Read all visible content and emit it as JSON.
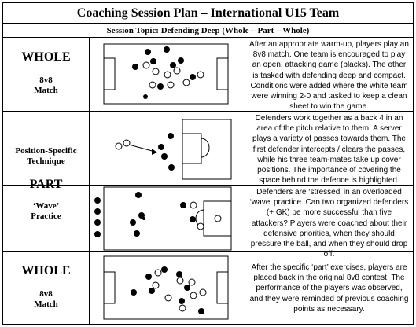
{
  "title": "Coaching Session Plan – International U15 Team",
  "topic": "Session Topic: Defending Deep (Whole – Part – Whole)",
  "sections": [
    {
      "heading": "WHOLE",
      "sub": "8v8\nMatch",
      "text": "After an appropriate warm-up, players play an 8v8 match. One team is encouraged to play an open, attacking game (blacks). The other is tasked with defending deep and compact. Conditions were added where the white team were winning 2-0 and tasked to keep a clean sheet to win the game."
    },
    {
      "heading": "Position-Specific Technique",
      "sub": "",
      "text": "Defenders work together as a back 4 in an area of the pitch relative to them. A server plays a variety of passes towards them. The first defender intercepts / clears the passes, while his three team-mates take up cover positions. The importance of covering the space behind the defence is highlighted."
    },
    {
      "heading": "PART",
      "sub": "‘Wave’\nPractice",
      "text": "Defenders are ‘stressed’ in an overloaded ‘wave’ practice. Can two organized defenders (+ GK) be more successful than five attackers? Players were coached about their defensive priorities, when they should pressure the ball, and when they should drop off."
    },
    {
      "heading": "WHOLE",
      "sub": "8v8\nMatch",
      "text": "After the specific ‘part’ exercises, players are placed back in the original 8v8 contest. The performance of the players was observed, and they were reminded of previous coaching points as necessary."
    }
  ]
}
